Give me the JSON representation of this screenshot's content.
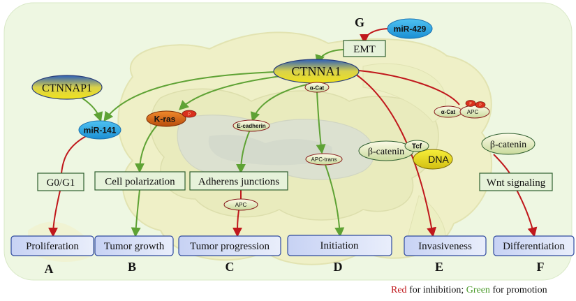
{
  "nodes": {
    "ctnna1": "CTNNA1",
    "ctnnap1": "CTNNAP1",
    "mir141": "miR-141",
    "mir429": "miR-429",
    "emt": "EMT",
    "kras": "K-ras",
    "kras_p": "P",
    "alpha_cat_top": "α-Cat",
    "ecadherin": "E-cadherin",
    "apc_trans": "APC-trans",
    "apc_c": "APC",
    "bcatenin_e": "β-catenin",
    "tcf": "Tcf",
    "dna": "DNA",
    "alpha_cat_f": "α-Cat",
    "apc_f": "APC",
    "p1": "P",
    "p2": "P",
    "bcatenin_f": "β-catenin"
  },
  "boxes": {
    "g0g1": "G0/G1",
    "cell_polarization": "Cell polarization",
    "adherens_junctions": "Adherens junctions",
    "wnt_signaling": "Wnt signaling"
  },
  "outcomes": {
    "proliferation": "Proliferation",
    "tumor_growth": "Tumor growth",
    "tumor_progression": "Tumor progression",
    "initiation": "Initiation",
    "invasiveness": "Invasiveness",
    "differentiation": "Differentiation"
  },
  "panels": {
    "a": "A",
    "b": "B",
    "c": "C",
    "d": "D",
    "e": "E",
    "f": "F",
    "g": "G"
  },
  "legend": {
    "red": "Red",
    "red_text": " for inhibition; ",
    "green": "Green",
    "green_text": " for promotion"
  },
  "colors": {
    "inhibition": "#c0181c",
    "promotion": "#5ea234"
  }
}
